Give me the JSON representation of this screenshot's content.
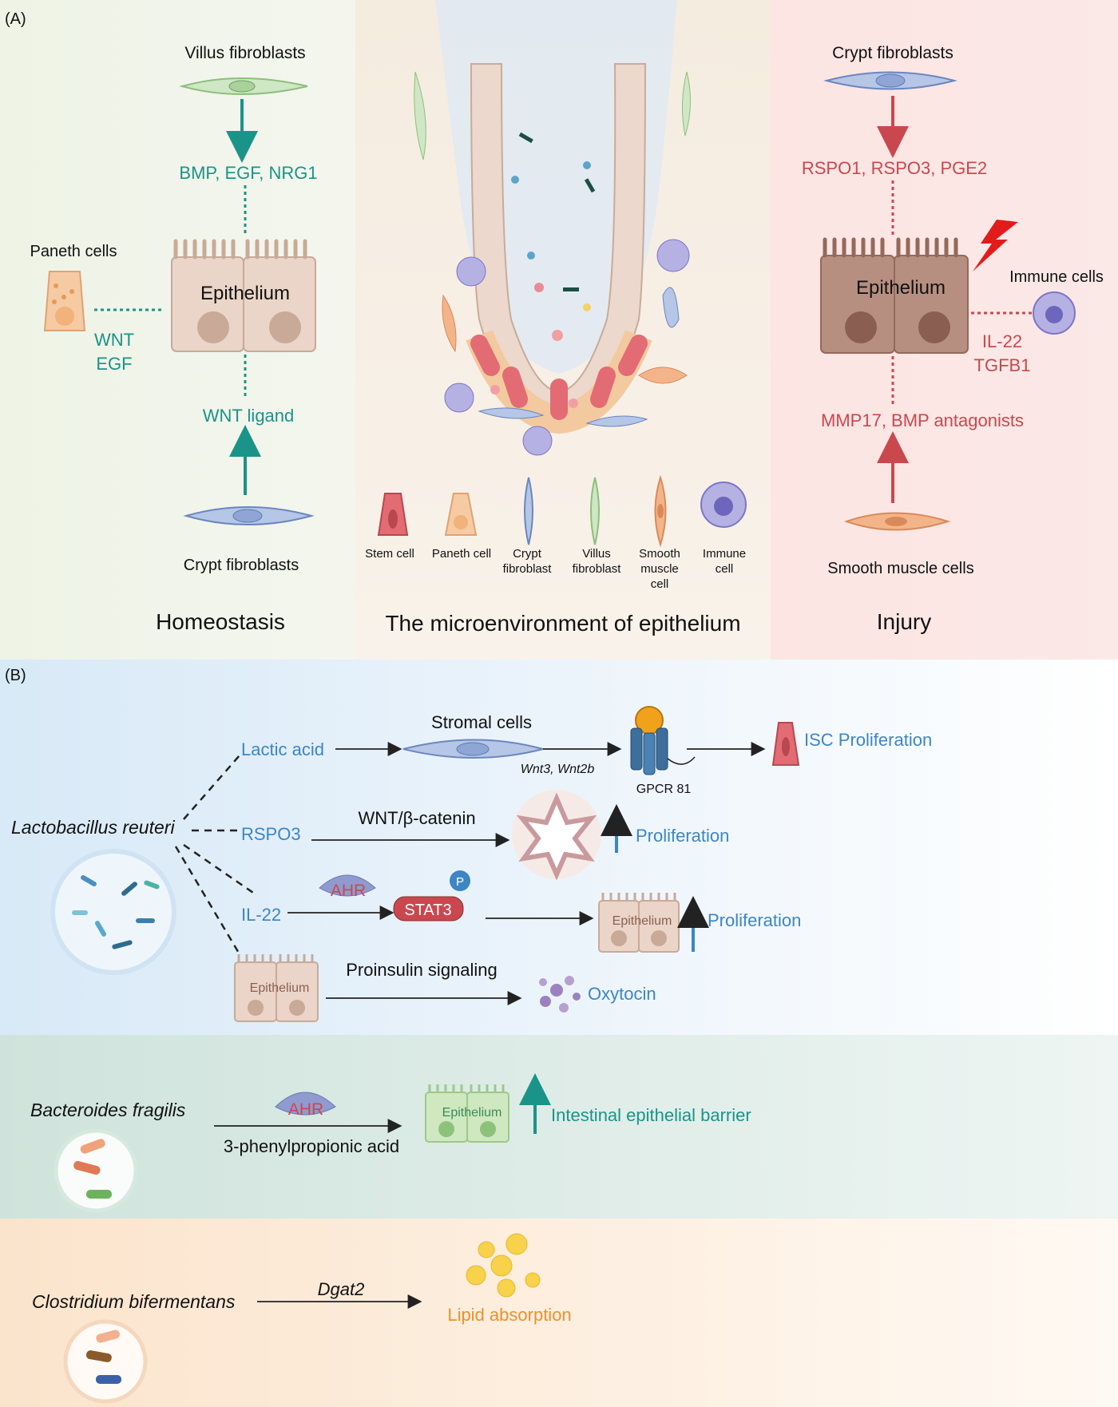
{
  "panelA": {
    "label": "(A)",
    "homeostasis": {
      "top_source": "Villus fibroblasts",
      "top_signal": "BMP, EGF, NRG1",
      "paneth_label": "Paneth cells",
      "paneth_signal_1": "WNT",
      "paneth_signal_2": "EGF",
      "epithelium": "Epithelium",
      "bottom_signal": "WNT ligand",
      "bottom_source": "Crypt fibroblasts",
      "title": "Homeostasis"
    },
    "micro": {
      "title": "The microenvironment of epithelium",
      "legend": [
        {
          "l1": "Stem cell",
          "l2": "",
          "l3": ""
        },
        {
          "l1": "Paneth cell",
          "l2": "",
          "l3": ""
        },
        {
          "l1": "Crypt",
          "l2": "fibroblast",
          "l3": ""
        },
        {
          "l1": "Villus",
          "l2": "fibroblast",
          "l3": ""
        },
        {
          "l1": "Smooth",
          "l2": "muscle",
          "l3": "cell"
        },
        {
          "l1": "Immune",
          "l2": "cell",
          "l3": ""
        }
      ]
    },
    "injury": {
      "top_source": "Crypt fibroblasts",
      "top_signal": "RSPO1, RSPO3, PGE2",
      "epithelium": "Epithelium",
      "immune_label": "Immune cells",
      "immune_signal_1": "IL-22",
      "immune_signal_2": "TGFB1",
      "bottom_signal": "MMP17, BMP antagonists",
      "bottom_source": "Smooth muscle cells",
      "title": "Injury"
    }
  },
  "panelB": {
    "label": "(B)",
    "lactobacillus": {
      "name": "Lactobacillus reuteri",
      "lactic_acid": "Lactic acid",
      "stromal": "Stromal cells",
      "wnt_genes": "Wnt3, Wnt2b",
      "gpcr": "GPCR 81",
      "isc": "ISC Proliferation",
      "rspo3": "RSPO3",
      "wnt_catenin": "WNT/β-catenin",
      "prolif_1": "Proliferation",
      "il22": "IL-22",
      "ahr": "AHR",
      "p": "P",
      "stat3": "STAT3",
      "epithelium": "Epithelium",
      "prolif_2": "Proliferation",
      "proinsulin": "Proinsulin signaling",
      "oxytocin": "Oxytocin"
    },
    "bacteroides": {
      "name": "Bacteroides fragilis",
      "ahr": "AHR",
      "acid": "3-phenylpropionic acid",
      "epithelium": "Epithelium",
      "barrier": "Intestinal epithelial barrier"
    },
    "clostridium": {
      "name": "Clostridium bifermentans",
      "gene": "Dgat2",
      "lipid": "Lipid absorption"
    }
  },
  "colors": {
    "teal": "#1a9488",
    "red": "#c9484e",
    "blue": "#3c86c4",
    "orange": "#e8922e",
    "green_panel": "#f2f5ec",
    "tan_panel": "#f7efe5",
    "pink_panel": "#fbe6e4"
  }
}
